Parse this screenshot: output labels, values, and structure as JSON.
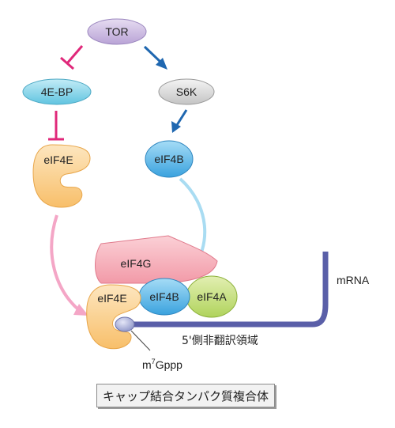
{
  "nodes": {
    "tor": "TOR",
    "four_e_bp": "4E-BP",
    "s6k": "S6K",
    "eif4e_free": "eIF4E",
    "eif4b_free": "eIF4B",
    "eif4g": "eIF4G",
    "eif4e_bound": "eIF4E",
    "eif4b_bound": "eIF4B",
    "eif4a": "eIF4A"
  },
  "labels": {
    "mrna": "mRNA",
    "utr": "5'側非翻訳領域",
    "cap_m": "m",
    "cap_sup": "7",
    "cap_rest": "Gppp"
  },
  "caption": "キャップ結合タンパク質複合体",
  "colors": {
    "purple": "#c9b8e0",
    "cyan": "#7fd1e8",
    "grey": "#dcdcdc",
    "orange": "#fbd191",
    "blue": "#56b3e6",
    "pink": "#f6aab6",
    "green": "#c5df7a",
    "inhibit": "#e0287a",
    "activate": "#1f67b0",
    "mrna_line": "#5a5fa8"
  }
}
